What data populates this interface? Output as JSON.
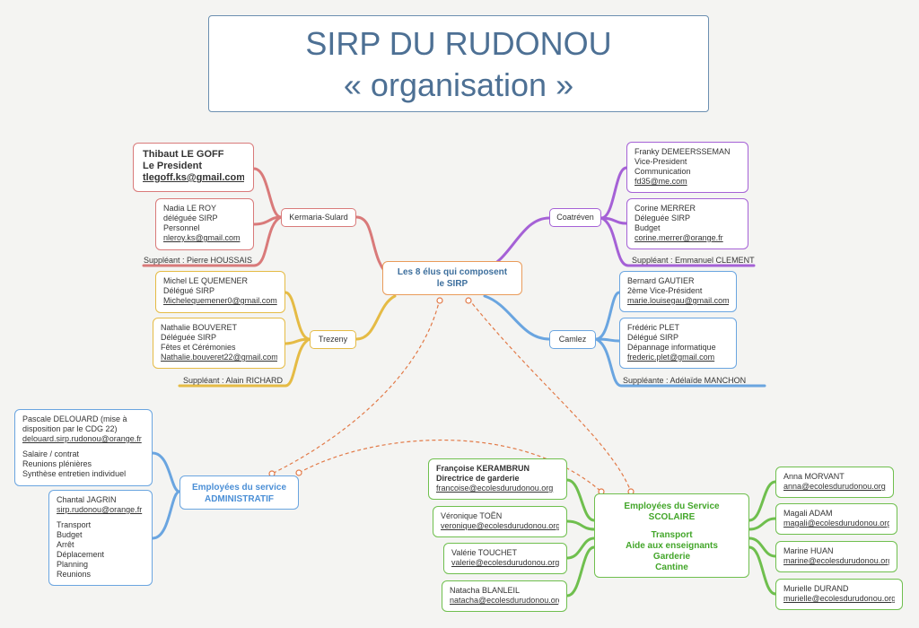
{
  "title": {
    "line1": "SIRP DU RUDONOU",
    "line2": "« organisation »"
  },
  "hub": {
    "line1": "Les 8 élus qui composent",
    "line2": "le SIRP"
  },
  "communes": {
    "kermaria": "Kermaria-Sulard",
    "coatreven": "Coatréven",
    "trezeny": "Trezeny",
    "camlez": "Camlez"
  },
  "members": {
    "legoff": {
      "name": "Thibaut LE GOFF",
      "role": "Le President",
      "email": "tlegoff.ks@gmail.com"
    },
    "leroy": {
      "name": "Nadia LE ROY",
      "role": "déléguée SIRP",
      "domain": "Personnel",
      "email": "nleroy.ks@gmail.com"
    },
    "kermaria_sup": "Suppléant : Pierre HOUSSAIS",
    "quemener": {
      "name": "Michel LE QUEMENER",
      "role": "Délégué SIRP",
      "email": "Michelequemener0@gmail.com"
    },
    "bouveret": {
      "name": "Nathalie BOUVERET",
      "role": "Déléguée SIRP",
      "domain": "Fêtes et Cérémonies",
      "email": "Nathalie.bouveret22@gmail.com"
    },
    "trezeny_sup": "Suppléant : Alain RICHARD",
    "demeersseman": {
      "name": "Franky DEMEERSSEMAN",
      "role": "Vice-President",
      "domain": "Communication",
      "email": "fd35@me.com"
    },
    "merrer": {
      "name": "Corine MERRER",
      "role": "Déleguée SIRP",
      "domain": "Budget",
      "email": "corine.merrer@orange.fr"
    },
    "coatreven_sup": "Suppléant : Emmanuel CLEMENT",
    "gautier": {
      "name": "Bernard GAUTIER",
      "role": "2ème Vice-Président",
      "email": "marie.louisegau@gmail.com"
    },
    "plet": {
      "name": "Frédéric PLET",
      "role": "Délégué SIRP",
      "domain": "Dépannage informatique",
      "email": "frederic.plet@gmail.com"
    },
    "camlez_sup": "Suppléante : Adélaïde MANCHON"
  },
  "admin": {
    "label1": "Employées du service",
    "label2": "ADMINISTRATIF",
    "delouard": {
      "name1": "Pascale DELOUARD (mise à",
      "name2": "disposition par le CDG 22)",
      "email": "delouard.sirp.rudonou@orange.fr",
      "tasks": [
        "Salaire / contrat",
        "Reunions plénières",
        "Synthèse entretien individuel"
      ]
    },
    "jagrin": {
      "name": "Chantal JAGRIN",
      "email": "sirp.rudonou@orange.fr",
      "tasks": [
        "Transport",
        "Budget",
        "Arrêt",
        "Déplacement",
        "Planning",
        "Reunions"
      ]
    }
  },
  "scolaire": {
    "label1": "Employées du Service",
    "label2": "SCOLAIRE",
    "tasks": [
      "Transport",
      "Aide aux enseignants",
      "Garderie",
      "Cantine"
    ],
    "kerambrun": {
      "name": "Françoise KERAMBRUN",
      "role": "Directrice de garderie",
      "email": "francoise@ecolesdurudonou.org"
    },
    "left": [
      {
        "name": "Véronique TOËN",
        "email": "veronique@ecolesdurudonou.org"
      },
      {
        "name": "Valérie TOUCHET",
        "email": "valerie@ecolesdurudonou.org"
      },
      {
        "name": "Natacha BLANLEIL",
        "email": "natacha@ecolesdurudonou.org"
      }
    ],
    "right": [
      {
        "name": "Anna MORVANT",
        "email": "anna@ecolesdurudonou.org"
      },
      {
        "name": "Magali ADAM",
        "email": "magali@ecolesdurudonou.org"
      },
      {
        "name": "Marine HUAN",
        "email": "marine@ecolesdurudonou.org"
      },
      {
        "name": "Murielle DURAND",
        "email": "murielle@ecolesdurudonou.org"
      }
    ]
  },
  "colors": {
    "red": "#d97a7a",
    "purple": "#a561d6",
    "yellow": "#e5bb45",
    "blue": "#6aa5e0",
    "orange": "#e99b5a",
    "green": "#6fbf4e",
    "title": "#4d7094"
  }
}
